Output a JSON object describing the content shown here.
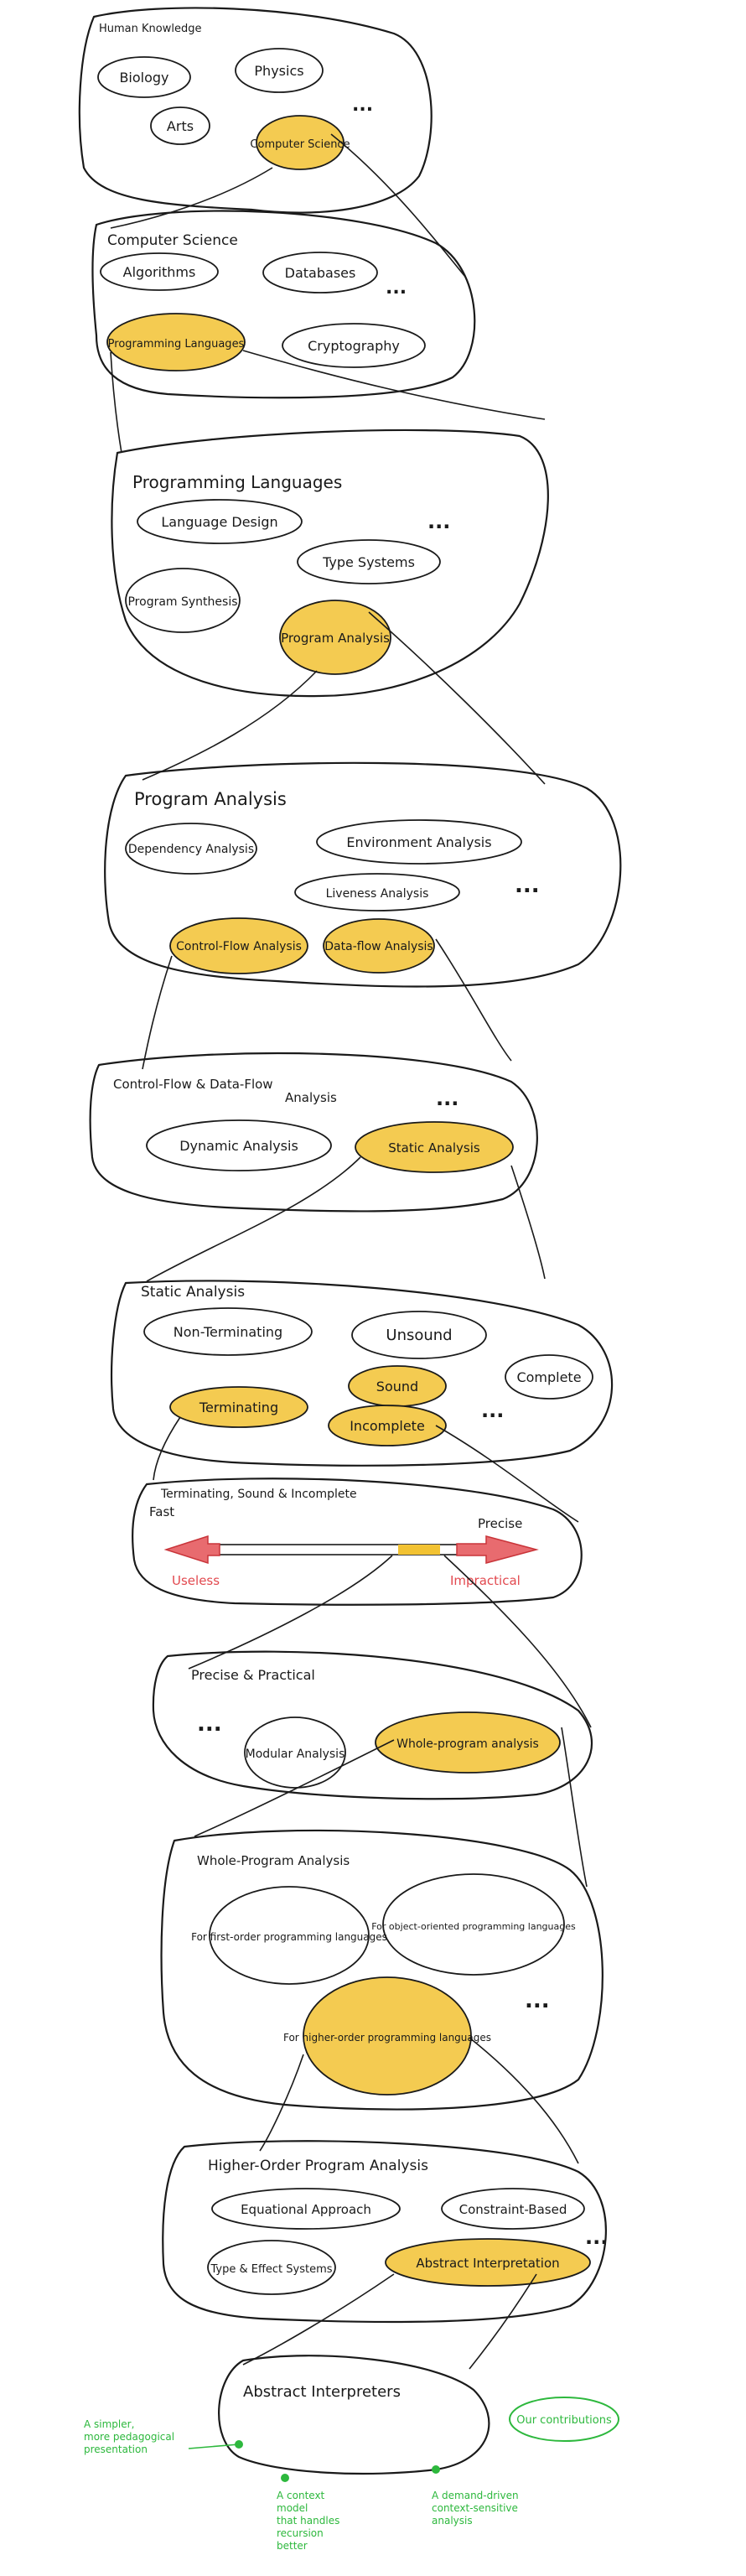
{
  "panels": {
    "human": {
      "title": "Human Knowledge",
      "items": [
        "Biology",
        "Physics",
        "Arts",
        "Computer Science"
      ]
    },
    "cs": {
      "title": "Computer Science",
      "items": [
        "Algorithms",
        "Databases",
        "Programming Languages",
        "Cryptography"
      ]
    },
    "pl": {
      "title": "Programming Languages",
      "items": [
        "Language Design",
        "Type Systems",
        "Program Synthesis",
        "Program Analysis"
      ]
    },
    "pa": {
      "title": "Program Analysis",
      "items": [
        "Dependency Analysis",
        "Environment Analysis",
        "Liveness Analysis",
        "Control-Flow Analysis",
        "Data-flow Analysis"
      ]
    },
    "cfa": {
      "title_line1": "Control-Flow & Data-Flow",
      "title_line2": "Analysis",
      "items": [
        "Dynamic Analysis",
        "Static Analysis"
      ]
    },
    "sa": {
      "title": "Static Analysis",
      "items": [
        "Non-Terminating",
        "Unsound",
        "Complete",
        "Sound",
        "Terminating",
        "Incomplete"
      ]
    },
    "tsi": {
      "title": "Terminating, Sound & Incomplete",
      "left_top": "Fast",
      "right_top": "Precise",
      "left_bottom": "Useless",
      "right_bottom": "Impractical"
    },
    "pp": {
      "title": "Precise & Practical",
      "items": [
        "Modular Analysis",
        "Whole-program analysis"
      ]
    },
    "wpa": {
      "title": "Whole-Program Analysis",
      "items": [
        "For first-order programming languages",
        "For object-oriented programming languages",
        "For higher-order programming languages"
      ]
    },
    "hopa": {
      "title": "Higher-Order Program Analysis",
      "items": [
        "Equational Approach",
        "Constraint-Based",
        "Type & Effect Systems",
        "Abstract Interpretation"
      ]
    },
    "ai": {
      "title": "Abstract Interpreters"
    }
  },
  "ellipsis": "...",
  "annotations": {
    "contributions": "Our contributions",
    "simpler": [
      "A simpler,",
      "more pedagogical",
      "presentation"
    ],
    "context": [
      "A context",
      "model",
      "that handles",
      "recursion",
      "better"
    ],
    "demand": [
      "A demand-driven",
      "context-sensitive",
      "analysis"
    ]
  },
  "colors": {
    "highlight": "#f2c232",
    "ink": "#1a1a1a",
    "green": "#2db83d",
    "red": "#e2494f"
  }
}
